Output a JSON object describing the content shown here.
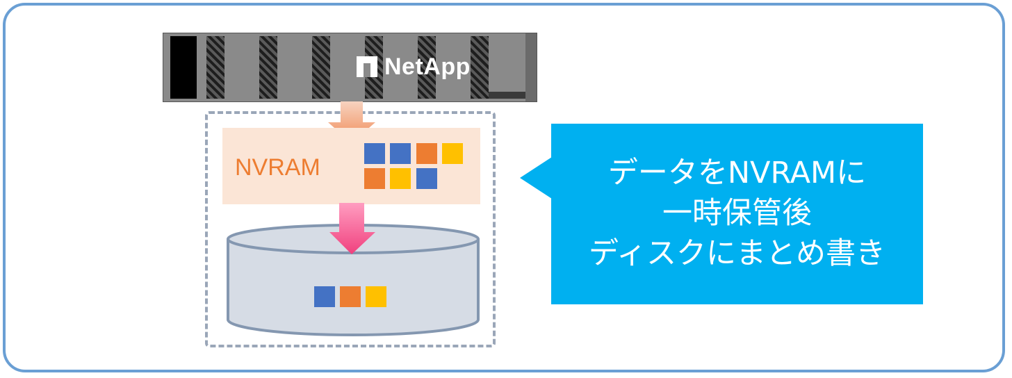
{
  "controller": {
    "brand": "NetApp"
  },
  "nvram": {
    "label": "NVRAM",
    "blocks": [
      "#4472c4",
      "#4472c4",
      "#ed7d31",
      "#ffc000",
      "#ed7d31",
      "#ffc000",
      "#4472c4"
    ]
  },
  "disk": {
    "blocks": [
      "#4472c4",
      "#ed7d31",
      "#ffc000"
    ]
  },
  "callout": {
    "line1": "データをNVRAMに",
    "line2": "一時保管後",
    "line3": "ディスクにまとめ書き"
  },
  "colors": {
    "frame": "#6a9fd4",
    "callout": "#00b0f0",
    "nvram_bg": "#fbe5d6",
    "nvram_text": "#ed7d31",
    "disk_fill": "#d6dce5",
    "disk_stroke": "#8497b0"
  }
}
